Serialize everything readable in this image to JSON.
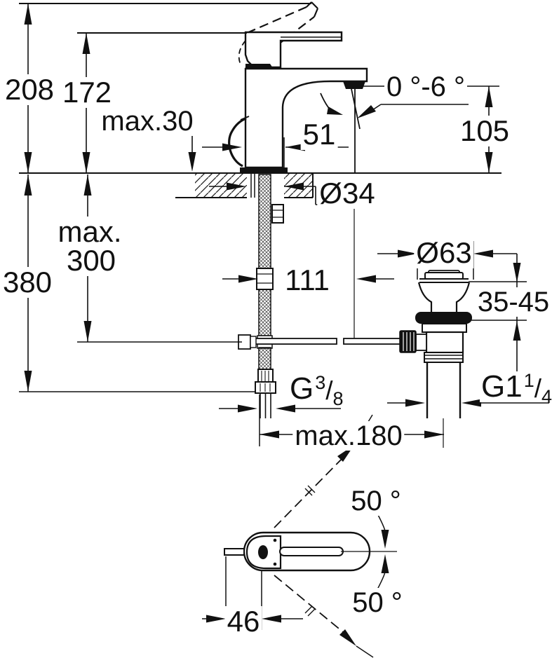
{
  "page": {
    "paper_color": "#ffffff",
    "ink_color": "#111111"
  },
  "drawing": {
    "kind": "technical-dimension-drawing",
    "subject": "single-lever basin mixer with pop-up waste, side view and plan view",
    "labels": {
      "overall_height": "208",
      "height_to_handle": "172",
      "max_mounting_thickness": "max.30",
      "spout_front_offset": "51",
      "aerator_angle_range": "0 °-6 °",
      "spout_outlet_height": "105",
      "mounting_hole_diameter": "Ø34",
      "max_hose_word": "max.",
      "max_hose_value": "300",
      "below_height": "380",
      "spout_reach": "111",
      "waste_flange_diameter": "Ø63",
      "basin_thickness_range": "35-45",
      "max_center_distance": "max.180",
      "swivel_angle_upper": "50 °",
      "swivel_angle_lower": "50 °",
      "rod_offset": "46",
      "supply_thread": {
        "prefix": "G",
        "numerator": "3",
        "slash": "/",
        "denominator": "8"
      },
      "waste_thread": {
        "prefix": "G1",
        "numerator": "1",
        "slash": "/",
        "denominator": "4"
      }
    }
  }
}
